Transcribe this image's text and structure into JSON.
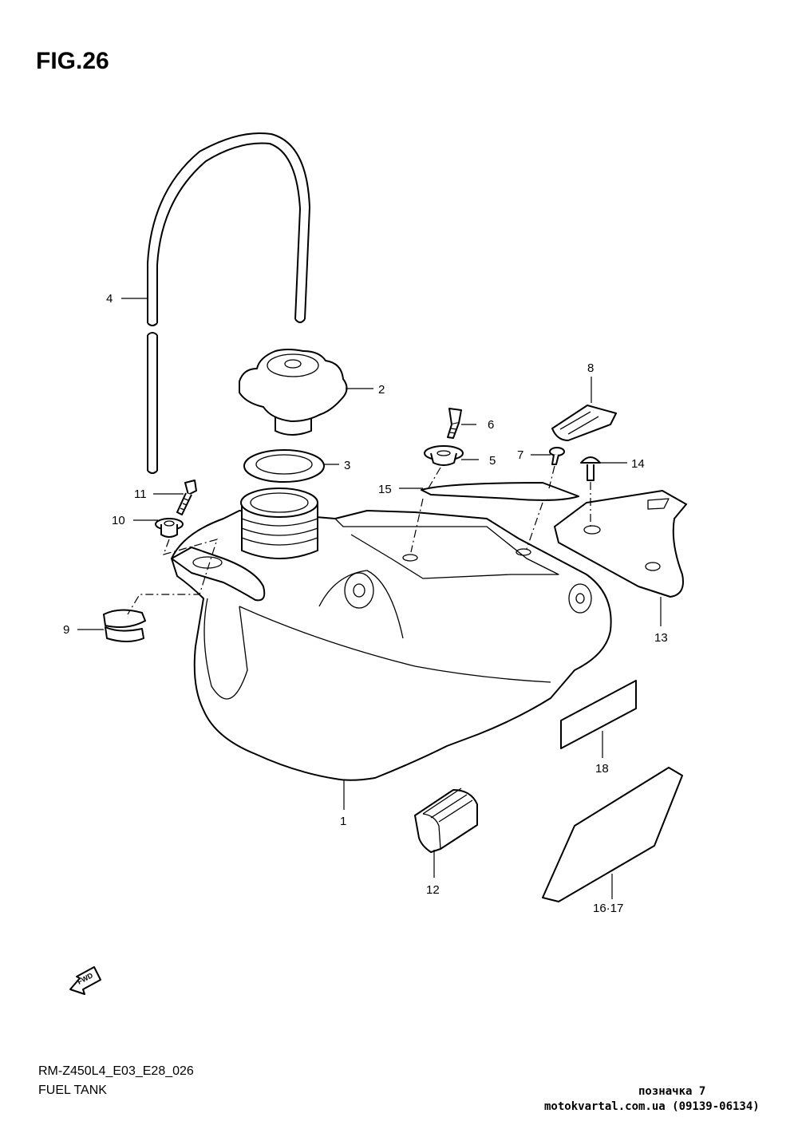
{
  "figure": {
    "title": "FIG.26",
    "model_code": "RM-Z450L4_E03_E28_026",
    "section_title": "FUEL TANK",
    "fwd_label": "FWD"
  },
  "parts": [
    {
      "ref": "1"
    },
    {
      "ref": "2"
    },
    {
      "ref": "3"
    },
    {
      "ref": "4"
    },
    {
      "ref": "5"
    },
    {
      "ref": "6"
    },
    {
      "ref": "7"
    },
    {
      "ref": "8"
    },
    {
      "ref": "9"
    },
    {
      "ref": "10"
    },
    {
      "ref": "11"
    },
    {
      "ref": "12"
    },
    {
      "ref": "13"
    },
    {
      "ref": "14"
    },
    {
      "ref": "15"
    },
    {
      "ref": "16·17"
    },
    {
      "ref": "18"
    }
  ],
  "footer": {
    "marking": "позначка 7",
    "source": "motokvartal.com.ua (09139-06134)"
  }
}
